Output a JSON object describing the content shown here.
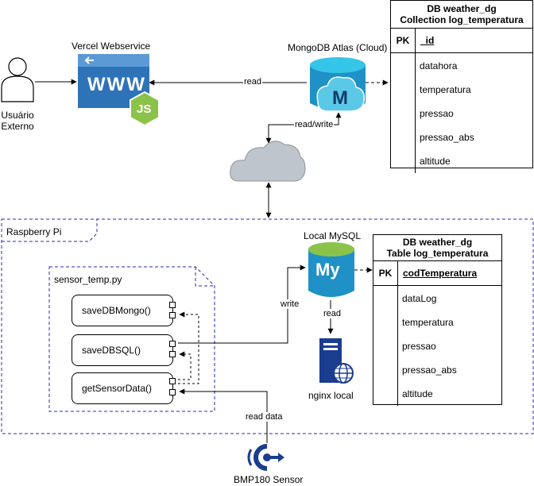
{
  "nodes": {
    "user_label": "Usuário\nExterno",
    "vercel_label": "Vercel Webservice",
    "vercel_www": "WWW",
    "vercel_js": "JS",
    "mongo_label": "MongoDB Atlas (Cloud)",
    "mongo_letter": "M",
    "mysql_label": "Local MySQL",
    "mysql_letters": "My",
    "nginx_label": "nginx local",
    "bmp_label": "BMP180 Sensor"
  },
  "groups": {
    "raspberry": "Raspberry Pi",
    "sensor_file": "sensor_temp.py"
  },
  "functions": [
    "saveDBMongo()",
    "saveDBSQL()",
    "getSensorData()"
  ],
  "edges": {
    "read": "read",
    "read_write": "read/write",
    "write": "write",
    "read_local": "read",
    "read_data": "read data"
  },
  "mongo_table": {
    "title_line1": "DB weather_dg",
    "title_line2": "Collection log_temperatura",
    "pk_label": "PK",
    "pk_field": "_id",
    "fields": [
      "datahora",
      "temperatura",
      "pressao",
      "pressao_abs",
      "altitude"
    ]
  },
  "mysql_table": {
    "title_line1": "DB weather_dg",
    "title_line2": "Table log_temperatura",
    "pk_label": "PK",
    "pk_field": "codTemperatura",
    "fields": [
      "dataLog",
      "temperatura",
      "pressao",
      "pressao_abs",
      "altitude"
    ]
  },
  "colors": {
    "vercel_blue": "#2E73B8",
    "node_green": "#8BC34A",
    "db_blue": "#1F91C7",
    "db_cyan": "#35C5E8",
    "mongo_cloud": "#5BC8E8",
    "cloud_gray": "#BFC5CC",
    "server_blue": "#1A3D8F",
    "sensor_blue": "#1A3D8F",
    "dashed_blue": "#2A2AB0"
  }
}
